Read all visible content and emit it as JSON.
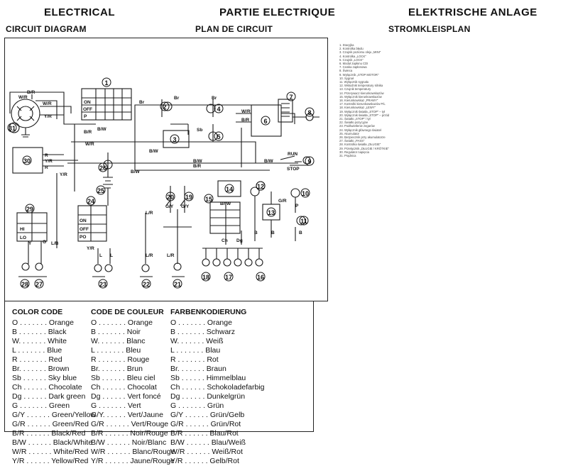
{
  "header": {
    "en_title": "ELECTRICAL",
    "en_sub": "CIRCUIT DIAGRAM",
    "fr_title": "PARTIE ELECTRIQUE",
    "fr_sub": "PLAN DE CIRCUIT",
    "de_title": "ELEKTRISCHE ANLAGE",
    "de_sub": "STROMKLEISPLAN"
  },
  "switch_labels": {
    "run": "RUN",
    "stop": "STOP",
    "on": "ON",
    "off": "OFF",
    "p": "P",
    "po": "PO",
    "hi": "HI",
    "lo": "LO"
  },
  "legend": {
    "en": {
      "title": "COLOR CODE",
      "rows": [
        "O . . . . . . . Orange",
        "B . . . . . . . Black",
        "W. . . . . . . White",
        "L . . . . . . . Blue",
        "R . . . . . . . Red",
        "Br. . . . . . . Brown",
        "Sb . . . . . . Sky blue",
        "Ch . . . . . . Chocolate",
        "Dg . . . . . . Dark green",
        "G . . . . . . . Green",
        "G/Y . . . . . . Green/Yellow",
        "G/R . . . . . . Green/Red",
        "B/R . . . . . . Black/Red",
        "B/W . . . . . . Black/White",
        "W/R . . . . . . White/Red",
        "Y/R . . . . . . Yellow/Red"
      ]
    },
    "fr": {
      "title": "CODE DE COULEUR",
      "rows": [
        "O . . . . . . . Orange",
        "B . . . . . . . Noir",
        "W. . . . . . . Blanc",
        "L . . . . . . . Bleu",
        "R . . . . . . . Rouge",
        "Br. . . . . . . Brun",
        "Sb . . . . . . Bleu ciel",
        "Ch . . . . . . Chocolat",
        "Dg . . . . . . Vert foncé",
        "G . . . . . . . Vert",
        "G/Y. . . . . . Vert/Jaune",
        "G/R . . . . . . Vert/Rouge",
        "B/R . . . . . . Noir/Rouge",
        "B/W . . . . . . Noir/Blanc",
        "W/R . . . . . . Blanc/Rouge",
        "Y/R . . . . . . Jaune/Rouge"
      ]
    },
    "de": {
      "title": "FARBENKODIERUNG",
      "rows": [
        "O . . . . . . . Orange",
        "B . . . . . . . Schwarz",
        "W. . . . . . . Weiß",
        "L . . . . . . . Blau",
        "R . . . . . . . Rot",
        "Br. . . . . . . Braun",
        "Sb . . . . . . Himmelblau",
        "Ch . . . . . . Schokoladefarbig",
        "Dg . . . . . . Dunkelgrün",
        "G . . . . . . . Grün",
        "G/Y . . . . . . Grün/Gelb",
        "G/R . . . . . . Grün/Rot",
        "B/R . . . . . . Blau/Rot",
        "B/W . . . . . . Blau/Weiß",
        "W/R . . . . . . Weiß/Rot",
        "Y/R . . . . . . Gelb/Rot"
      ]
    }
  },
  "parts_list": [
    "1.   Stacyjka",
    "2.   Kontrolka błędu",
    "3.   Czujnik poziomu oleju „MINI\"",
    "4.   Kontrolka „LOCK\"",
    "5.   Czujnik „LOCK\"",
    "6.   Moduł zapłonu CDI",
    "7.   Cewka zapłonowa",
    "8.   Świeca",
    "9.   Wyłącznik „STOP MOTOR\"",
    "10.  Sygnał",
    "11.  Wyłącznik sygnału",
    "12.  Wskaźnik temperatury silnika",
    "13.  Czujnik temperatury",
    "14.  Przerywacz kierunkowskazów",
    "15.  Wyłącznik kierunkowskazów",
    "16.  Kierunkowskaz „PRAWY\"",
    "17.  Kontrolki kierunkowskazów P/L",
    "18.  Kierunkowskaz „LEWY\"",
    "19.  Wyłącznik światła „STOP\" – tył",
    "20.  Wyłącznik światła „STOP\" – przód",
    "21.  Światło „STOP\" / tył",
    "22.  Światło pozycyjne",
    "23.  Podświetlenie zegarów",
    "24.  Wyłącznik głównego świateł",
    "25.  Akumulator",
    "26.  Bezpiecznik przy akumulatorze",
    "27.  Światło „PASS\"",
    "28.  Kontrolka światła „DŁUGIE\"",
    "29.  Przełącznik „DŁUGIE / KRÓTKIE\"",
    "30.  Regulator napięcia",
    "31.  Prądnica"
  ]
}
